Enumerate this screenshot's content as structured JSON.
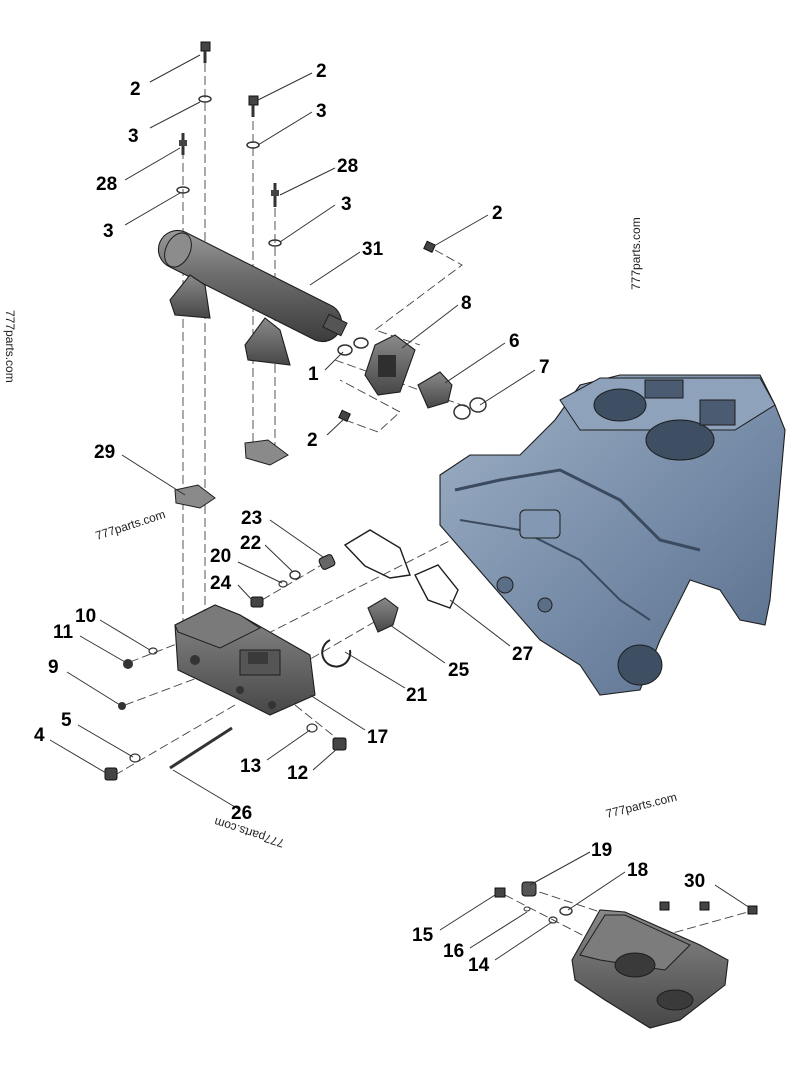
{
  "diagram": {
    "part_numbers": [
      "2",
      "3",
      "28",
      "3",
      "2",
      "3",
      "28",
      "3",
      "2",
      "31",
      "8",
      "1",
      "6",
      "7",
      "2",
      "29",
      "23",
      "22",
      "20",
      "24",
      "10",
      "11",
      "9",
      "5",
      "4",
      "26",
      "13",
      "12",
      "17",
      "21",
      "25",
      "27",
      "19",
      "18",
      "30",
      "15",
      "16",
      "14"
    ],
    "watermarks": [
      "777parts.com",
      "777parts.com",
      "777parts.com",
      "777parts.com",
      "777parts.com"
    ]
  },
  "colors": {
    "parts_gray": "#6e6e6e",
    "block_blue": "#7d93ae",
    "label_text": "#000000"
  }
}
